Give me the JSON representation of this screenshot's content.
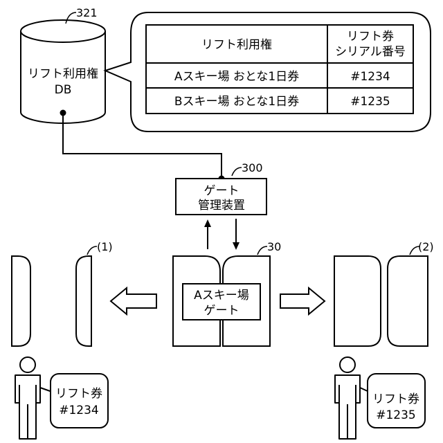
{
  "database": {
    "label_line1": "リフト利用権",
    "label_line2": "DB",
    "ref": "321"
  },
  "table": {
    "headers": [
      "リフト利用権",
      "リフト券",
      "シリアル番号"
    ],
    "rows": [
      {
        "right": "Aスキー場 おとな1日券",
        "serial": "#1234"
      },
      {
        "right": "Bスキー場 おとな1日券",
        "serial": "#1235"
      }
    ]
  },
  "gate_manager": {
    "line1": "ゲート",
    "line2": "管理装置",
    "ref": "300"
  },
  "gate": {
    "line1": "Aスキー場",
    "line2": "ゲート",
    "ref": "30"
  },
  "left_gate": {
    "ref": "(1)"
  },
  "right_gate": {
    "ref": "(2)"
  },
  "left_ticket": {
    "line1": "リフト券",
    "line2": "#1234"
  },
  "right_ticket": {
    "line1": "リフト券",
    "line2": "#1235"
  }
}
